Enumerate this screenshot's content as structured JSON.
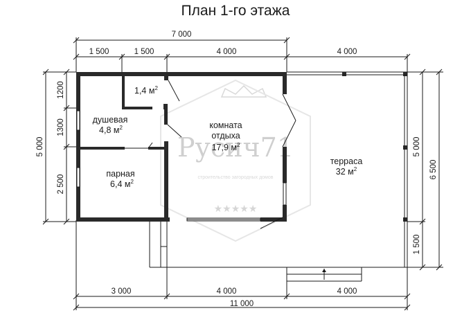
{
  "plan": {
    "title": "План 1-го этажа",
    "rooms": {
      "small_room_area": "1,4 м",
      "shower": {
        "name": "душевая",
        "area": "4,8 м"
      },
      "lounge": {
        "name_line1": "комната",
        "name_line2": "отдыха",
        "area": "17,9 м"
      },
      "steam": {
        "name": "парная",
        "area": "6,4 м"
      },
      "terrace": {
        "name": "терраса",
        "area": "32 м"
      },
      "area_unit_exp": "2"
    },
    "dimensions": {
      "top_total": "7 000",
      "top_seg1": "1 500",
      "top_seg2": "1 500",
      "top_seg3": "4 000",
      "top_seg4": "4 000",
      "bottom_seg1": "3 000",
      "bottom_seg2": "4 000",
      "bottom_seg3": "4 000",
      "bottom_total": "11 000",
      "left_total": "5 000",
      "left_seg1": "1200",
      "left_seg2": "1300",
      "left_seg3": "2 500",
      "right_inner": "5 000",
      "right_lower": "1 500",
      "right_total": "6 500"
    },
    "watermark": {
      "brand": "Русич71",
      "tagline": "строительство загородных домов"
    }
  }
}
